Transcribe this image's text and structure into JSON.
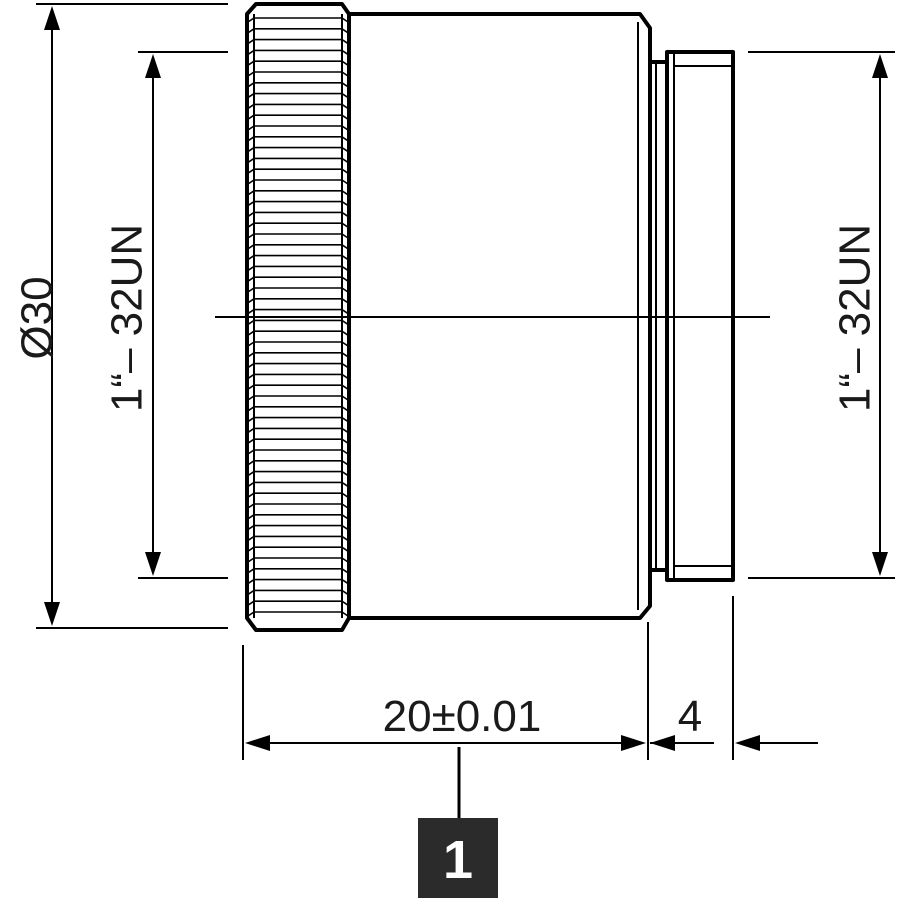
{
  "dimensions": {
    "outer_diameter": "Ø30",
    "thread_left": "1“– 32UN",
    "thread_right": "1“– 32UN",
    "length_main": "20±0.01",
    "length_small": "4"
  },
  "callout": {
    "number": "1",
    "badge_color": "#2b2b2b"
  },
  "colors": {
    "line": "#000000",
    "background": "#ffffff"
  }
}
